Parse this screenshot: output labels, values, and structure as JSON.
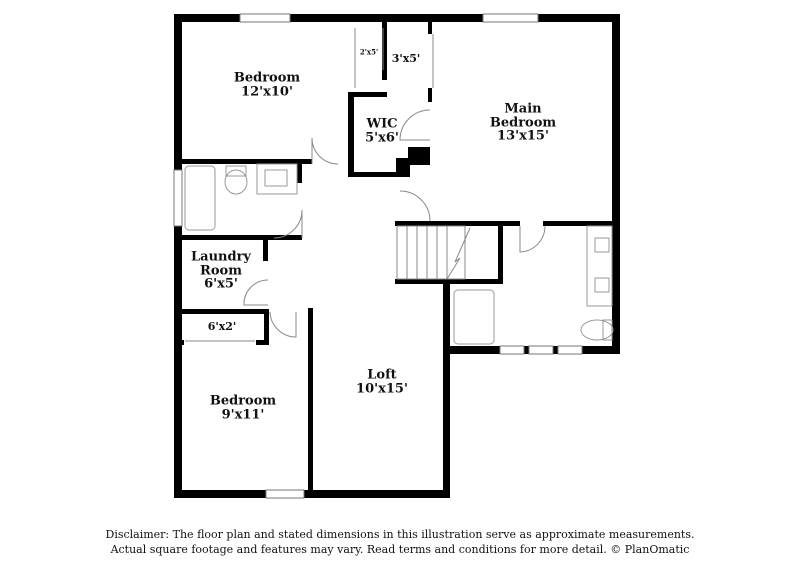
{
  "rooms": {
    "bedroom_1": {
      "name": "Bedroom",
      "dims": "12'x10'"
    },
    "closet_a": {
      "dims": "2'x5'"
    },
    "closet_b": {
      "dims": "3'x5'"
    },
    "wic": {
      "name": "WIC",
      "dims": "5'x6'"
    },
    "main_bedroom": {
      "name_line1": "Main",
      "name_line2": "Bedroom",
      "dims": "13'x15'"
    },
    "laundry": {
      "name_line1": "Laundry",
      "name_line2": "Room",
      "dims": "6'x5'"
    },
    "closet_c": {
      "dims": "6'x2'"
    },
    "bedroom_2": {
      "name": "Bedroom",
      "dims": "9'x11'"
    },
    "loft": {
      "name": "Loft",
      "dims": "10'x15'"
    }
  },
  "disclaimer": {
    "line1": "Disclaimer: The floor plan and stated dimensions in this illustration serve as approximate measurements.",
    "line2": "Actual square footage and features may vary. Read terms and conditions for more detail. © PlanOmatic"
  },
  "colors": {
    "wall": "#000000",
    "fixture": "#9a9a9a",
    "background": "#ffffff"
  }
}
